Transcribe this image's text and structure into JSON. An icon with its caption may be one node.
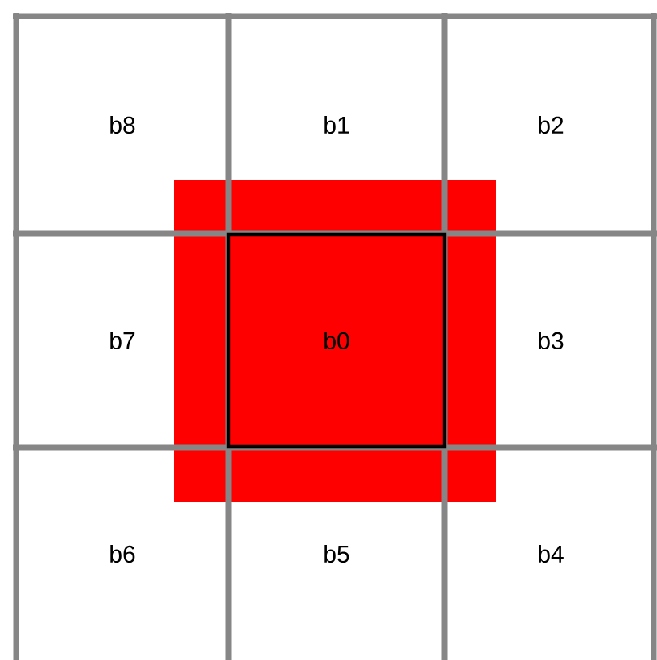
{
  "diagram": {
    "nodes": [
      {
        "text": [
          "b8"
        ]
      },
      {
        "text": [
          "b1"
        ]
      },
      {
        "text": [
          "b2"
        ]
      },
      {
        "text": [
          "b7"
        ]
      },
      {
        "text": [
          "b0"
        ]
      },
      {
        "text": [
          "b3"
        ]
      },
      {
        "text": [
          "b6"
        ]
      },
      {
        "text": [
          "b5"
        ]
      },
      {
        "text": [
          "b4"
        ]
      }
    ]
  }
}
